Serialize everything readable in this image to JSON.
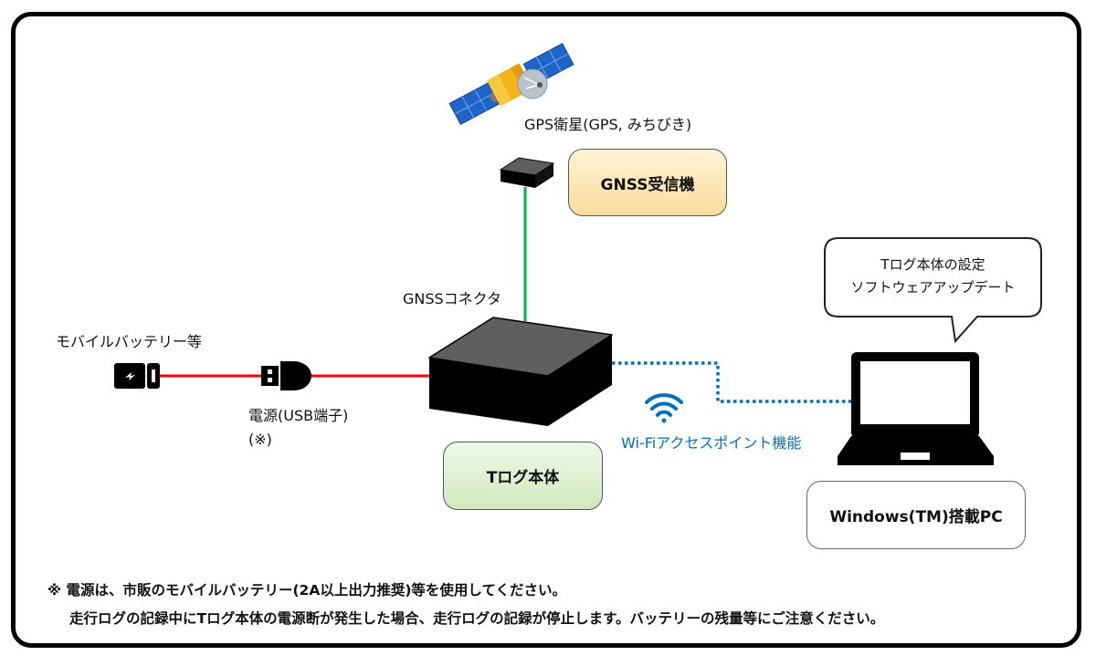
{
  "diagram": {
    "satellite": {
      "label": "GPS衛星(GPS, みちびき)",
      "icon": "satellite-icon"
    },
    "gnss_receiver": {
      "label": "GNSS受信機",
      "icon": "antenna-icon"
    },
    "gnss_connector": {
      "label": "GNSSコネクタ"
    },
    "battery": {
      "label": "モバイルバッテリー等",
      "icon": "battery-icon"
    },
    "usb": {
      "label": "電源(USB端子)",
      "note": "(※)",
      "icon": "usb-plug-icon"
    },
    "tlog_device": {
      "label": "Tログ本体",
      "icon": "device-box-icon"
    },
    "wifi": {
      "label": "Wi-Fiアクセスポイント機能",
      "icon": "wifi-icon"
    },
    "pc": {
      "label": "Windows(TM)搭載PC",
      "icon": "laptop-icon"
    },
    "bubble": {
      "lines": [
        "Tログ本体の設定",
        "ソフトウェアアップデート"
      ]
    },
    "colors": {
      "power_line": "#ff0000",
      "gnss_line": "#00b050",
      "wifi_line": "#0070c0",
      "gnss_box_fill": "#fbdc9c",
      "tlog_box_fill": "#cfe9bd"
    }
  },
  "notes": {
    "line1": "※ 電源は、市販のモバイルバッテリー(2A以上出力推奨)等を使用してください。",
    "line2": "走行ログの記録中にTログ本体の電源断が発生した場合、走行ログの記録が停止します。バッテリーの残量等にご注意ください。"
  }
}
